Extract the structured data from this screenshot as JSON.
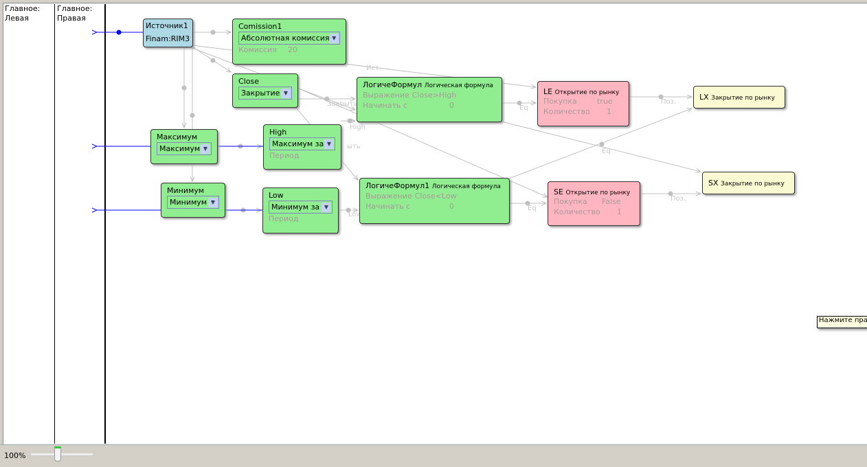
{
  "panels": {
    "left": "Главное: Левая",
    "right": "Главное: Правая"
  },
  "nodes": {
    "source": {
      "title": "Источник1",
      "subtitle": "Finam:RIM3"
    },
    "commission": {
      "title": "Comission1",
      "select": "Абсолютная комиссия",
      "prop": "Комиссия",
      "value": "20"
    },
    "close": {
      "title": "Close",
      "select": "Закрытие"
    },
    "formula1": {
      "title": "ЛогичеФормул",
      "type": "Логическая формула",
      "prop1": "Выражение",
      "val1": "Close>High",
      "prop2": "Начинать с",
      "val2": "0"
    },
    "le": {
      "title": "LE",
      "type": "Открытие по рынку",
      "prop1": "Покупка",
      "val1": "true",
      "prop2": "Количество",
      "val2": "1"
    },
    "lx": {
      "title": "LX",
      "type": "Закрытие по рынку"
    },
    "max": {
      "title": "Максимум",
      "select": "Максимум"
    },
    "high": {
      "title": "High",
      "select": "Максимум за",
      "prop": "Период"
    },
    "formula2": {
      "title": "ЛогичеФормул1",
      "type": "Логическая формула",
      "prop1": "Выражение",
      "val1": "Close<Low",
      "prop2": "Начинать с",
      "val2": "0"
    },
    "se": {
      "title": "SE",
      "type": "Открытие по рынку",
      "prop1": "Покупка",
      "val1": "False",
      "prop2": "Количество",
      "val2": "1"
    },
    "sx": {
      "title": "SX",
      "type": "Закрытие по рынку"
    },
    "min": {
      "title": "Минимум",
      "select": "Минимум"
    },
    "low": {
      "title": "Low",
      "select": "Минимум за",
      "prop": "Период"
    }
  },
  "edge_labels": {
    "ist": "Ист.",
    "close": "Закрыть",
    "high": "High",
    "open": "ыть",
    "eq1": "Eq",
    "eq2": "Eq",
    "eq3": "Eq",
    "poz1": "Поз.",
    "poz2": "Поз.",
    "low": "Low"
  },
  "zoom": {
    "label": "100%",
    "value_percent": 100
  },
  "tooltip": "Нажмите прав"
}
